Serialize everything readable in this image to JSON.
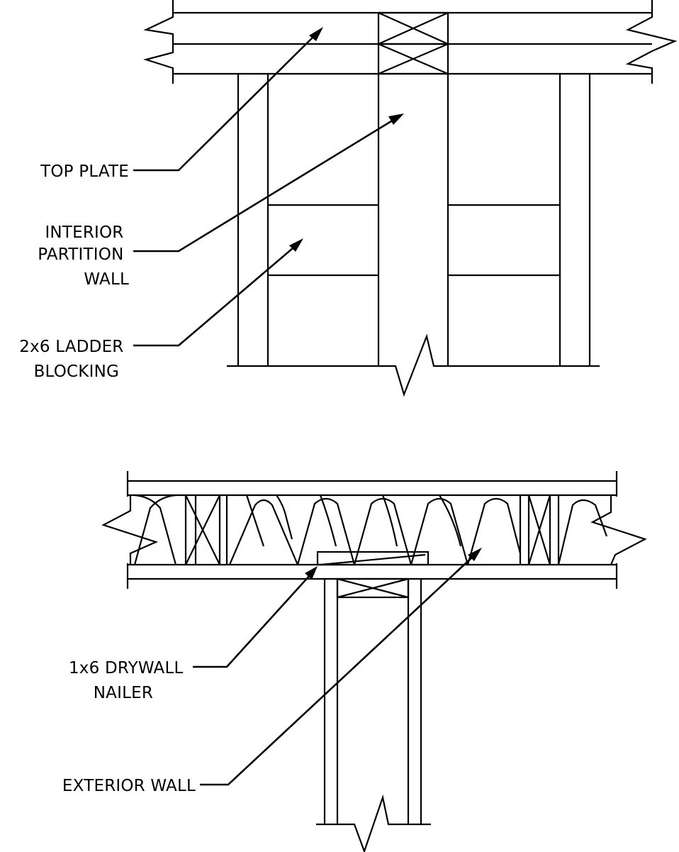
{
  "detail_top": {
    "labels": {
      "top_plate": [
        "TOP PLATE"
      ],
      "interior_partition_wall": [
        "INTERIOR",
        "PARTITION",
        "WALL"
      ],
      "ladder_blocking": [
        "2x6 LADDER",
        "BLOCKING"
      ]
    }
  },
  "detail_bottom": {
    "labels": {
      "drywall_nailer": [
        "1x6 DRYWALL",
        "NAILER"
      ],
      "exterior_wall": [
        "EXTERIOR WALL"
      ]
    }
  }
}
